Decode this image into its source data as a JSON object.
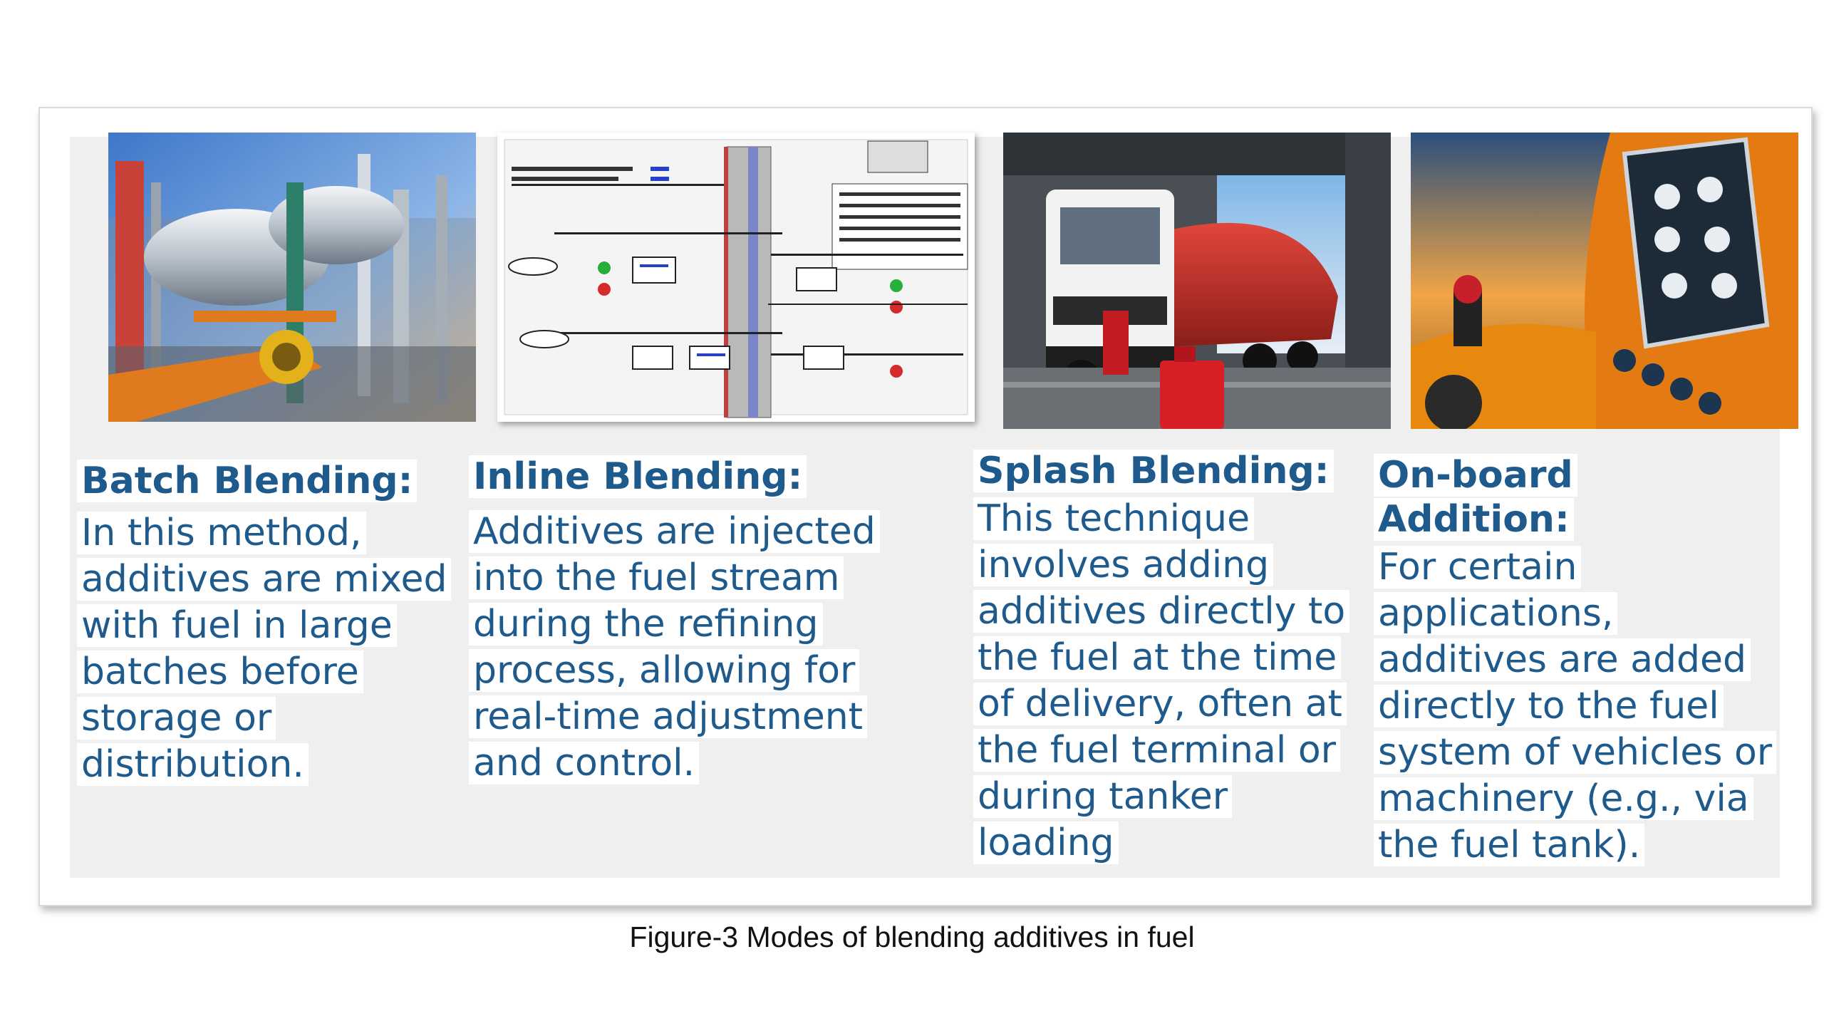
{
  "panels": [
    {
      "image": "refinery-tanks-photo",
      "heading": "Batch Blending:",
      "body": "In this method, additives are mixed with fuel in large batches before storage or distribution."
    },
    {
      "image": "process-flow-diagram",
      "heading": "Inline Blending:",
      "body": "Additives are injected into the fuel stream during the refining process, allowing for real-time adjustment and control."
    },
    {
      "image": "fuel-tanker-truck-photo",
      "heading": "Splash Blending:",
      "body": "This technique involves adding additives directly to the fuel at the time of delivery, often at the fuel terminal or during tanker loading"
    },
    {
      "image": "onboard-fuel-system-photo",
      "heading": "On-board Addition:",
      "body": "For certain applications, additives are added directly to the fuel system of vehicles or machinery (e.g., via the fuel tank)."
    }
  ],
  "caption": "Figure-3 Modes of blending additives in fuel",
  "colors": {
    "text": "#1f5a8c",
    "panel": "#efefef"
  }
}
